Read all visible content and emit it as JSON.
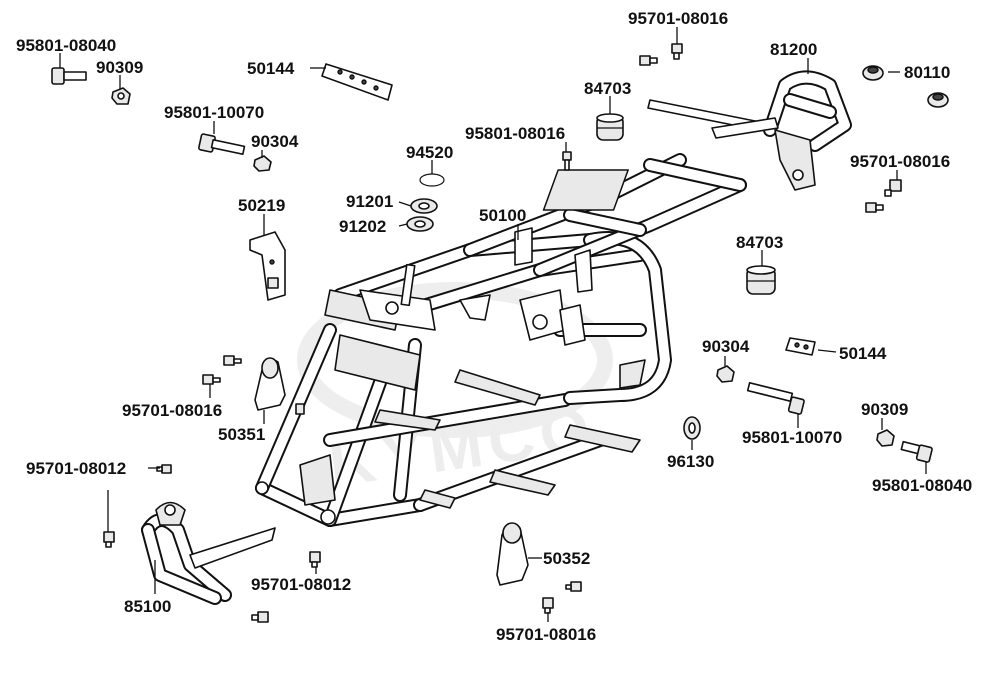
{
  "watermark": "KYMCO",
  "labels": {
    "p95801_08040_top": "95801-08040",
    "p90309_top": "90309",
    "p50144_top": "50144",
    "p95701_08016_top": "95701-08016",
    "p81200": "81200",
    "p80110": "80110",
    "p84703_top": "84703",
    "p95801_10070_left": "95801-10070",
    "p90304_left": "90304",
    "p95801_08016": "95801-08016",
    "p94520": "94520",
    "p91201": "91201",
    "p91202": "91202",
    "p50219": "50219",
    "p50100": "50100",
    "p95701_08016_right": "95701-08016",
    "p84703_right": "84703",
    "p90304_right": "90304",
    "p50144_right": "50144",
    "p95701_08016_left": "95701-08016",
    "p50351": "50351",
    "p90309_right": "90309",
    "p95801_10070_right": "95801-10070",
    "p96130": "96130",
    "p95701_08012_left": "95701-08012",
    "p95801_08040_right": "95801-08040",
    "p50352": "50352",
    "p95701_08012_bottom": "95701-08012",
    "p85100": "85100",
    "p95701_08016_bottom": "95701-08016"
  }
}
